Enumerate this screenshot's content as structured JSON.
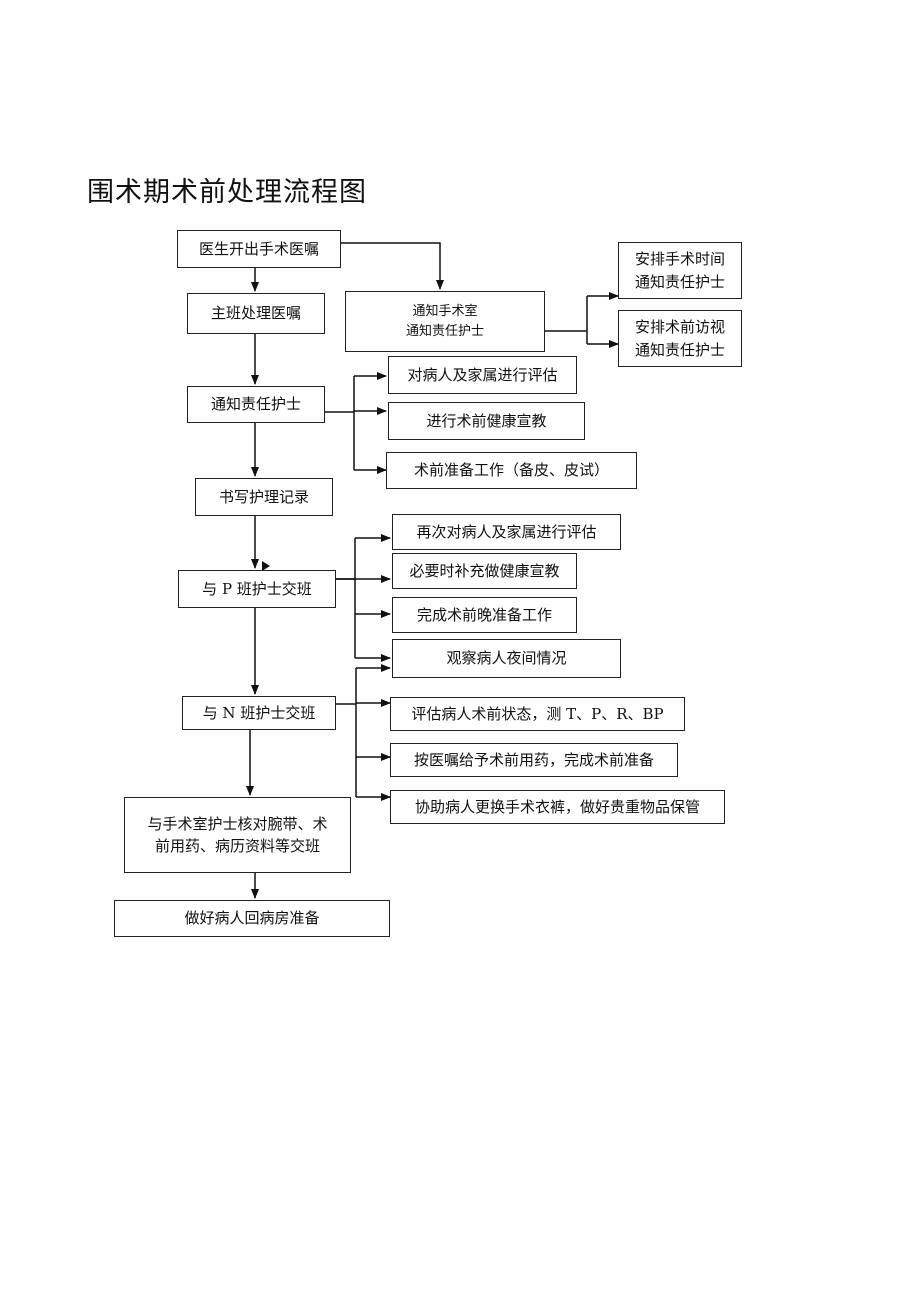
{
  "title": "围术期术前处理流程图",
  "nodes": {
    "doctor_order": "医生开出手术医嘱",
    "main_shift": "主班处理医嘱",
    "notify_or": "通知手术室\n通知责任护士",
    "schedule_time": "安排手术时间\n通知责任护士",
    "preop_visit": "安排术前访视\n通知责任护士",
    "notify_nurse": "通知责任护士",
    "assess_family": "对病人及家属进行评估",
    "health_edu": "进行术前健康宣教",
    "prep_work": "术前准备工作（备皮、皮试）",
    "nursing_record": "书写护理记录",
    "p_shift": "与 P 班护士交班",
    "reassess": "再次对病人及家属进行评估",
    "supp_edu": "必要时补充做健康宣教",
    "evening_prep": "完成术前晚准备工作",
    "observe_night": "观察病人夜间情况",
    "n_shift": "与 N 班护士交班",
    "eval_state": "评估病人术前状态，测 T、P、R、BP",
    "give_meds": "按医嘱给予术前用药，完成术前准备",
    "change_clothes": "协助病人更换手术衣裤，做好贵重物品保管",
    "or_handover": "与手术室护士核对腕带、术\n前用药、病历资料等交班",
    "return_prep": "做好病人回病房准备"
  }
}
